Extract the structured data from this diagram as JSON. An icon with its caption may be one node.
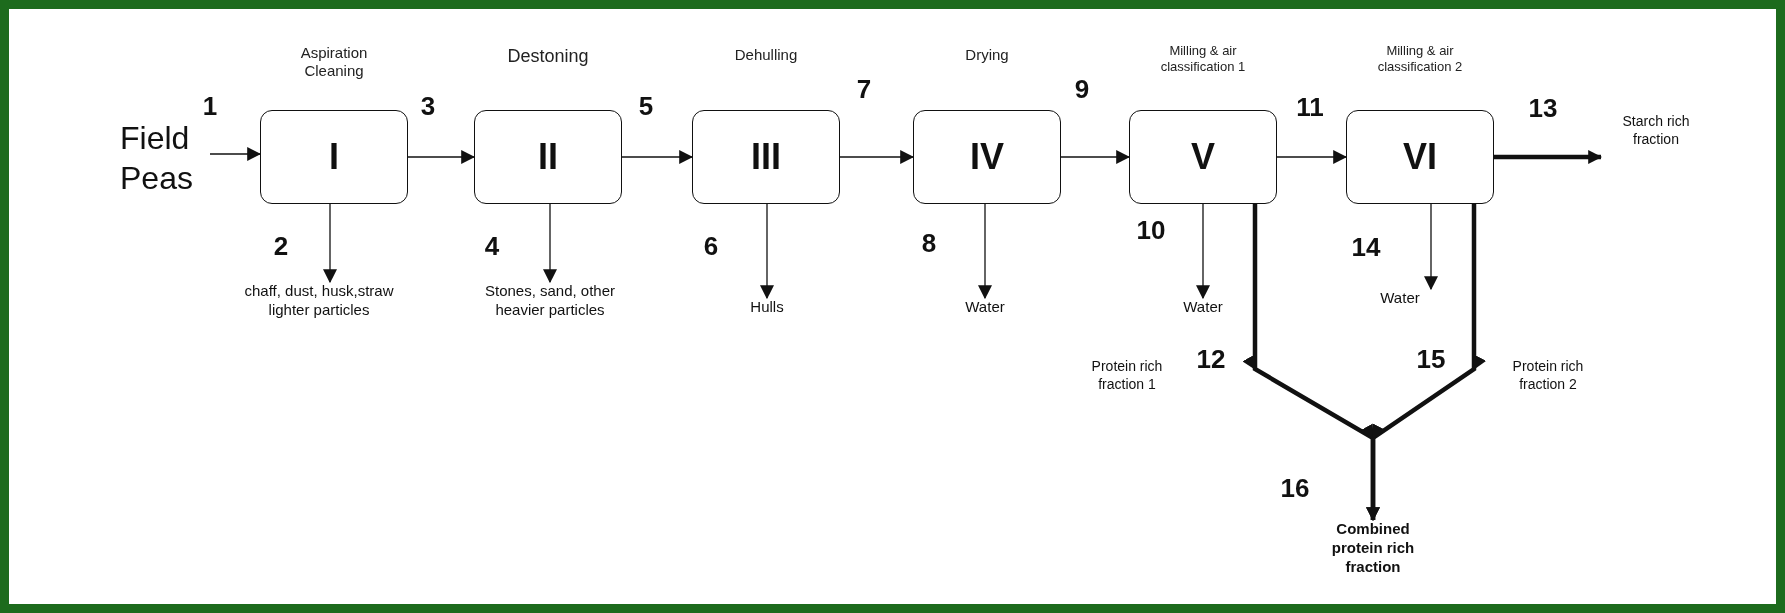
{
  "diagram": {
    "nodes": [
      {
        "text": [
          "Field Peas"
        ]
      },
      {
        "text": [
          "Aspiration Cleaning",
          "I"
        ]
      },
      {
        "text": [
          "Destoning",
          "II"
        ]
      },
      {
        "text": [
          "Dehulling",
          "III"
        ]
      },
      {
        "text": [
          "Drying",
          "IV"
        ]
      },
      {
        "text": [
          "Milling & air classification 1",
          "V"
        ]
      },
      {
        "text": [
          "Milling & air classification 2",
          "VI"
        ]
      },
      {
        "text": [
          "Starch rich fraction"
        ]
      },
      {
        "text": [
          "chaff, dust, husk,straw lighter particles"
        ]
      },
      {
        "text": [
          "Stones, sand, other heavier particles"
        ]
      },
      {
        "text": [
          "Hulls"
        ]
      },
      {
        "text": [
          "Water"
        ]
      },
      {
        "text": [
          "Water"
        ]
      },
      {
        "text": [
          "Water"
        ]
      },
      {
        "text": [
          "Combined protein rich fraction"
        ]
      }
    ],
    "edges": [
      {
        "from": 0,
        "to": 1,
        "arrow": "to"
      },
      {
        "from": 1,
        "to": 2,
        "arrow": "to"
      },
      {
        "from": 2,
        "to": 3,
        "arrow": "to"
      },
      {
        "from": 3,
        "to": 4,
        "arrow": "to"
      },
      {
        "from": 4,
        "to": 5,
        "arrow": "to"
      },
      {
        "from": 5,
        "to": 6,
        "arrow": "to"
      },
      {
        "from": 6,
        "to": 7,
        "arrow": "to",
        "style": "thick"
      },
      {
        "from": 1,
        "to": 8,
        "arrow": "to"
      },
      {
        "from": 2,
        "to": 9,
        "arrow": "to"
      },
      {
        "from": 3,
        "to": 10,
        "arrow": "to"
      },
      {
        "from": 4,
        "to": 11,
        "arrow": "to"
      },
      {
        "from": 5,
        "to": 12,
        "arrow": "to"
      },
      {
        "from": 6,
        "to": 13,
        "arrow": "to"
      },
      {
        "from": 5,
        "to": 14,
        "arrow": "to",
        "style": "thick"
      },
      {
        "from": 6,
        "to": 14,
        "arrow": "to",
        "style": "thick"
      }
    ],
    "labels": [
      "1",
      "3",
      "5",
      "7",
      "9",
      "11",
      "13",
      "2",
      "4",
      "6",
      "8",
      "10",
      "14",
      "Protein rich fraction 1",
      "12",
      "15",
      "Protein rich fraction 2",
      "16"
    ]
  }
}
